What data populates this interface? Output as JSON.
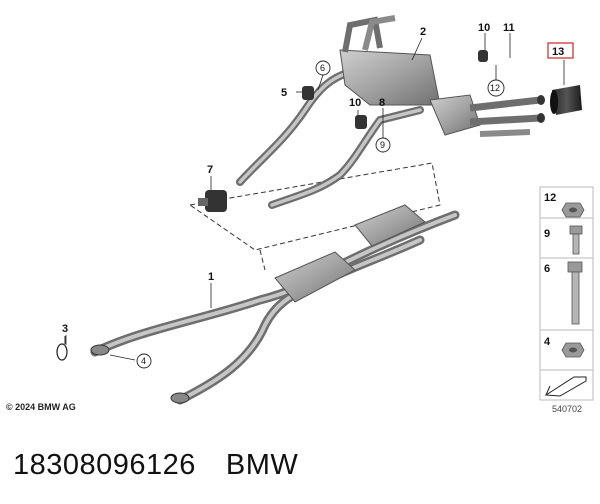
{
  "diagram": {
    "callouts": [
      "1",
      "2",
      "3",
      "5",
      "7",
      "8",
      "10",
      "10",
      "11",
      "13"
    ],
    "circled_refs": [
      "6",
      "9",
      "12",
      "4"
    ],
    "highlight_callout": "13",
    "highlight_color": "#d0343a",
    "fastener_legend": [
      {
        "number": "12",
        "part": "flange-nut"
      },
      {
        "number": "9",
        "part": "hex-bolt"
      },
      {
        "number": "6",
        "part": "stud-bolt"
      },
      {
        "number": "4",
        "part": "flange-nut"
      }
    ],
    "copyright": "© 2024 BMW AG",
    "drawing_number": "540702"
  },
  "caption": {
    "part_number": "18308096126",
    "brand": "BMW"
  }
}
